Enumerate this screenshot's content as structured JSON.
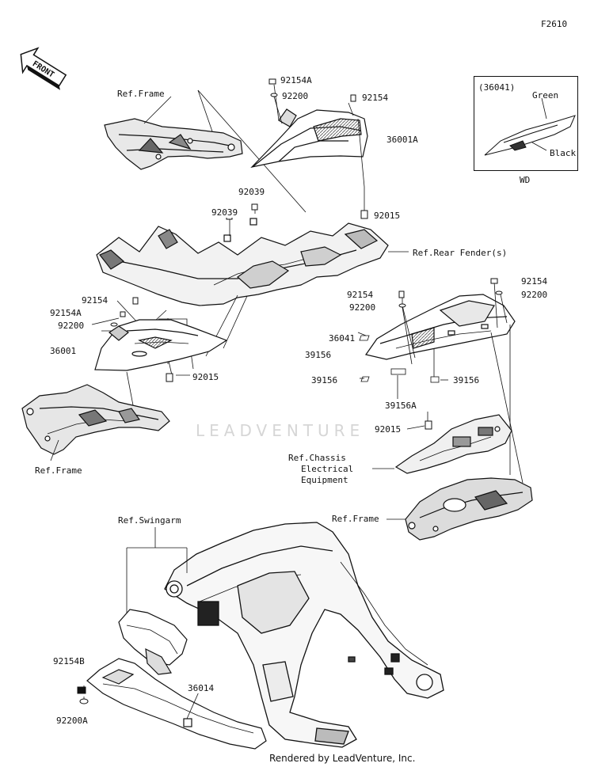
{
  "figure_code": "F2610",
  "front_arrow_text": "FRONT",
  "watermark_text": "LEADVENTURE",
  "credit_text": "Rendered by LeadVenture, Inc.",
  "variant_box": {
    "part": "(36041)",
    "color_labels": [
      "Green",
      "Black"
    ],
    "market": "WD"
  },
  "labels": {
    "ref_frame_top": "Ref.Frame",
    "p92154A_top": "92154A",
    "p92200_top": "92200",
    "p92154_top": "92154",
    "p36001A": "36001A",
    "p92039_a": "92039",
    "p92039_b": "92039",
    "p92015_top": "92015",
    "ref_rear_fender": "Ref.Rear Fender(s)",
    "p92154_left": "92154",
    "p92154A_left": "92154A",
    "p92200_left": "92200",
    "p36001": "36001",
    "p92015_left": "92015",
    "ref_frame_left": "Ref.Frame",
    "p92154_mid": "92154",
    "p92200_mid": "92200",
    "p92154_right": "92154",
    "p92200_right": "92200",
    "p36041": "36041",
    "p39156_a": "39156",
    "p39156_b": "39156",
    "p39156_c": "39156",
    "p39156A": "39156A",
    "p92015_mid": "92015",
    "ref_chassis_1": "Ref.Chassis",
    "ref_chassis_2": "Electrical",
    "ref_chassis_3": "Equipment",
    "ref_frame_right": "Ref.Frame",
    "ref_swingarm": "Ref.Swingarm",
    "p92154B": "92154B",
    "p92200A": "92200A",
    "p36014": "36014"
  },
  "colors": {
    "line": "#111111",
    "part_fill": "#ffffff",
    "part_shade": "#cfcfcf",
    "part_dark": "#5a5a5a",
    "watermark": "#d6d6d6"
  }
}
